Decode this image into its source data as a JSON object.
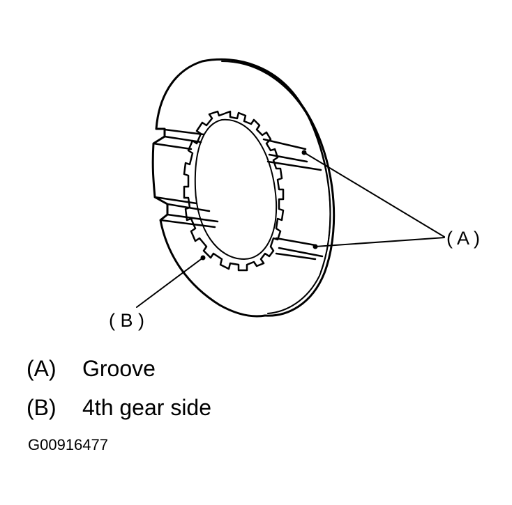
{
  "callouts": {
    "a": "( A )",
    "b": "( B )"
  },
  "legend": [
    {
      "key": "(A)",
      "text": "Groove"
    },
    {
      "key": "(B)",
      "text": "4th gear side"
    }
  ],
  "figure_id": "G00916477"
}
